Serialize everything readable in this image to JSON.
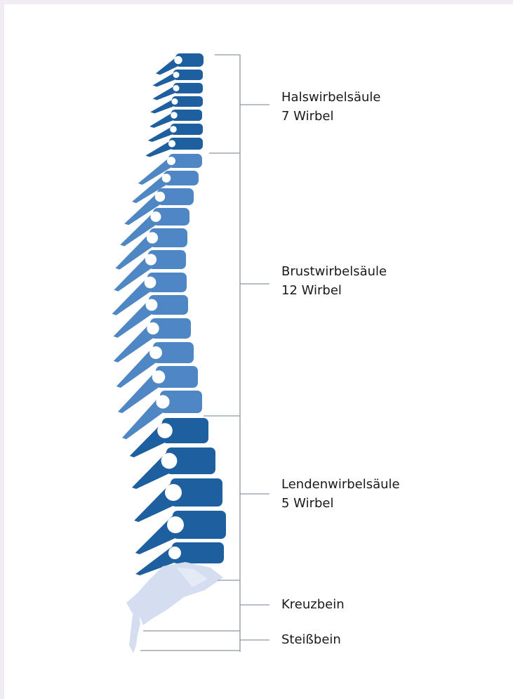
{
  "labels": {
    "cervical": {
      "name": "Halswirbelsäule",
      "count": "7 Wirbel"
    },
    "thoracic": {
      "name": "Brustwirbelsäule",
      "count": "12 Wirbel"
    },
    "lumbar": {
      "name": "Lendenwirbelsäule",
      "count": "5 Wirbel"
    },
    "sacrum": {
      "name": "Kreuzbein"
    },
    "coccyx": {
      "name": "Steißbein"
    }
  },
  "colors": {
    "cervical": "#1e5fa0",
    "thoracic": "#4f86c4",
    "lumbar": "#1e5fa0",
    "sacrum": "#d4def0",
    "bracket_line": "#8a96a8",
    "frame": "#f1ecf4"
  }
}
